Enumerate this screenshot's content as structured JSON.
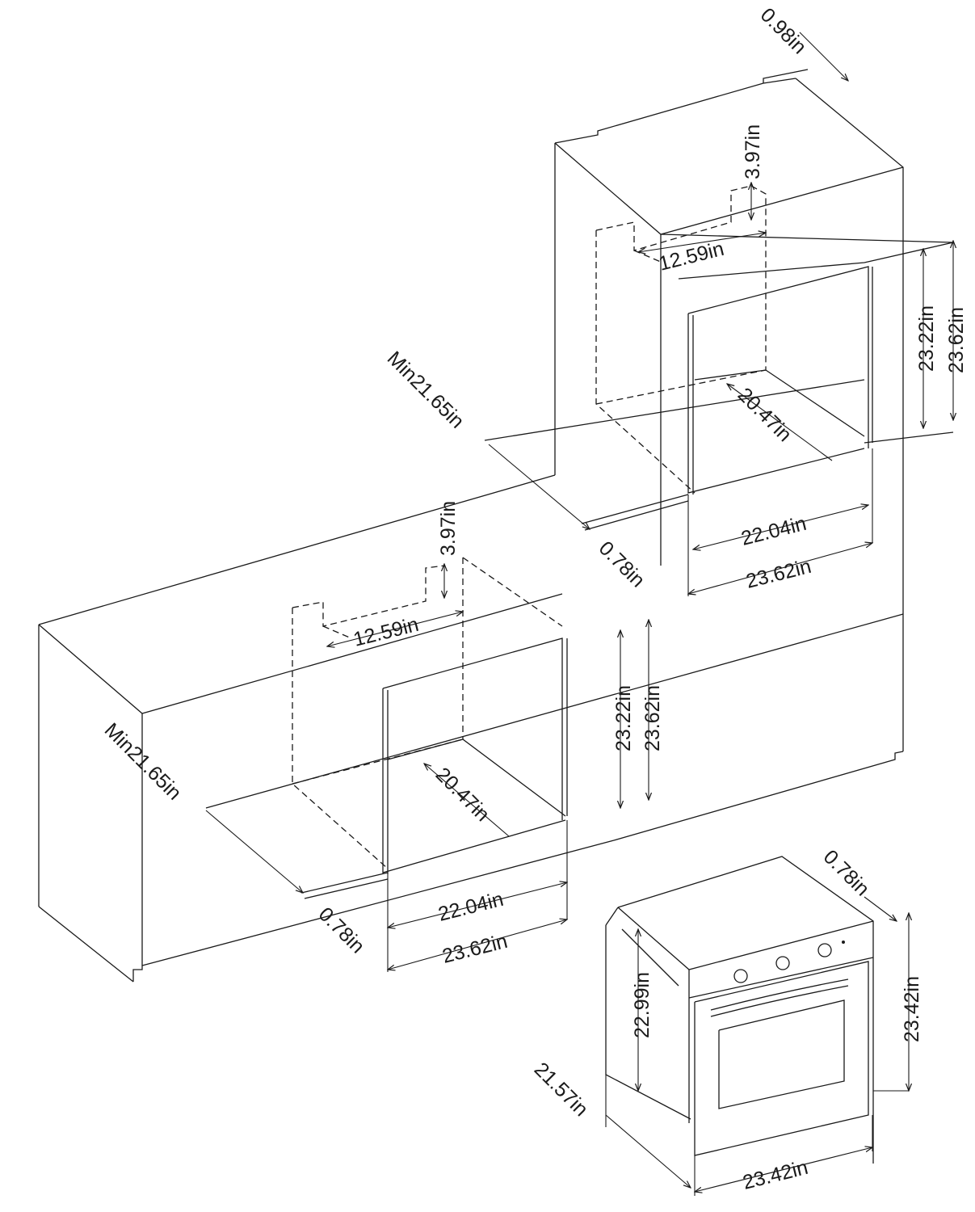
{
  "tall_cabinet": {
    "top_panel_thickness": "0.98in",
    "vent_height": "3.97in",
    "vent_width": "12.59in",
    "cutout_height": "23.22in",
    "cabinet_height": "23.62in",
    "min_depth": "Min21.65in",
    "depth": "20.47in",
    "cutout_width": "22.04in",
    "cabinet_width": "23.62in",
    "gap": "0.78in"
  },
  "base_cabinet": {
    "vent_height": "3.97in",
    "vent_width": "12.59in",
    "cutout_height": "23.22in",
    "cabinet_height": "23.62in",
    "min_depth": "Min21.65in",
    "depth": "20.47in",
    "cutout_width": "22.04in",
    "cabinet_width": "23.62in",
    "gap": "0.78in"
  },
  "oven": {
    "front_panel_thickness": "0.78in",
    "body_height": "22.99in",
    "front_height": "23.42in",
    "depth": "21.57in",
    "front_width": "23.42in"
  }
}
